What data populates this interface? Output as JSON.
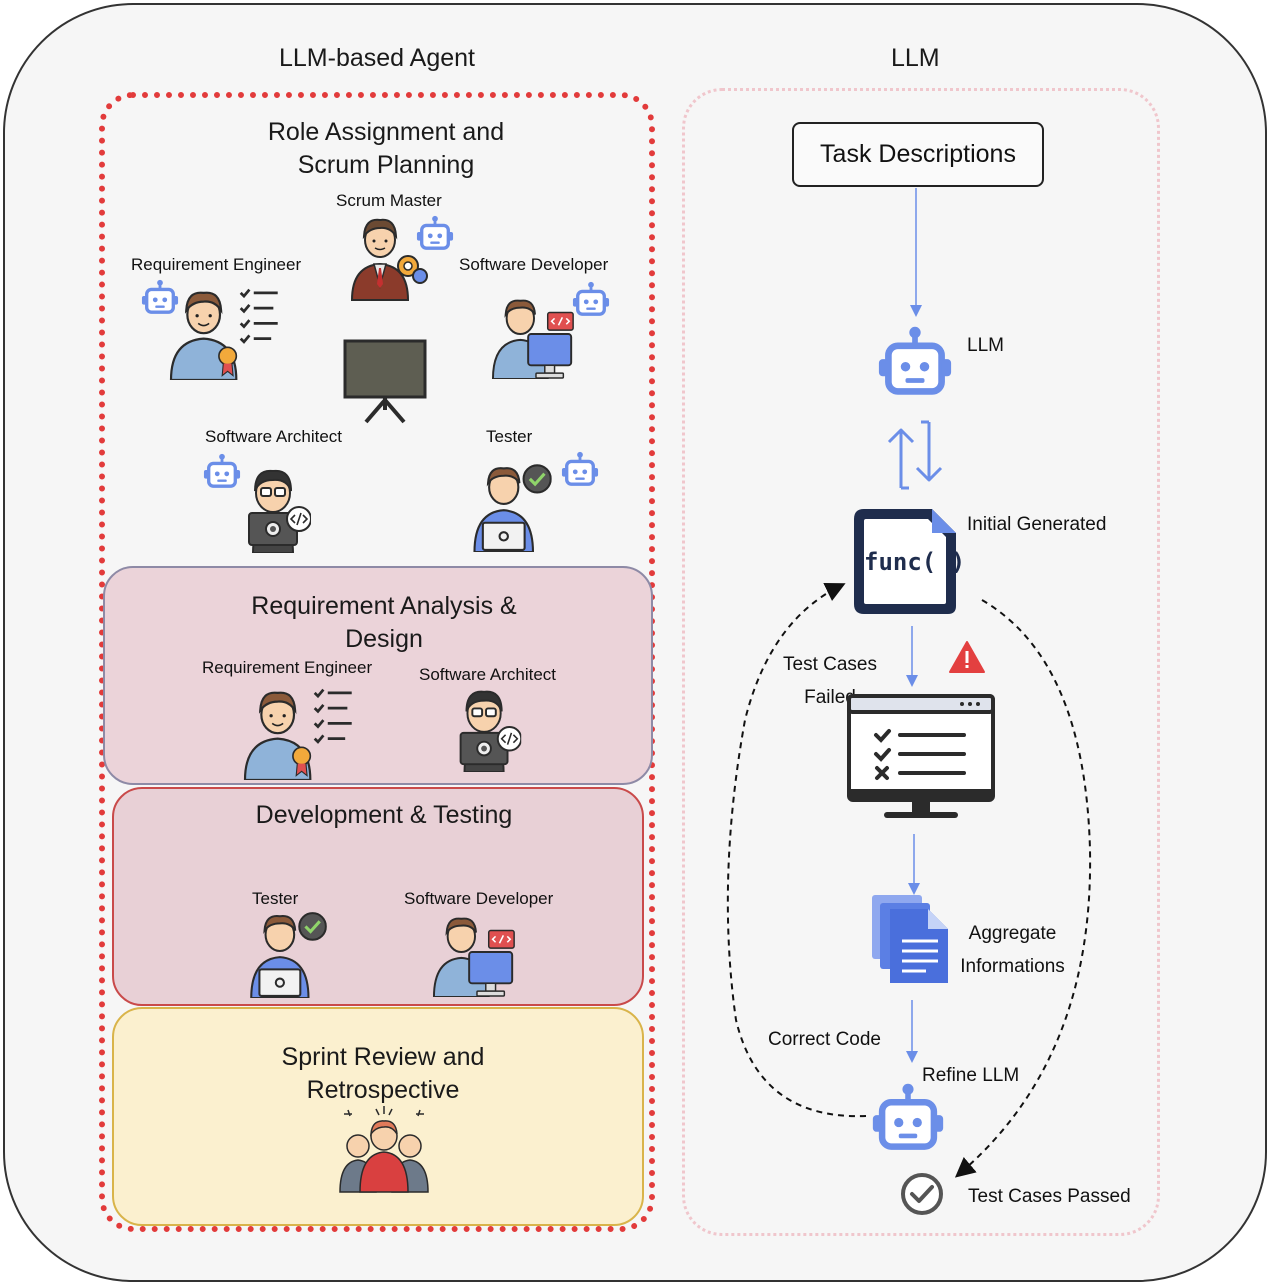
{
  "titles": {
    "left": "LLM-based Agent",
    "right": "LLM"
  },
  "stages": {
    "role_assignment": "Role Assignment and Scrum Planning",
    "requirement": "Requirement Analysis & Design",
    "development": "Development & Testing",
    "sprint": "Sprint Review and Retrospective"
  },
  "roles": {
    "scrum_master": "Scrum Master",
    "requirement_engineer": "Requirement Engineer",
    "software_developer": "Software Developer",
    "software_architect": "Software Architect",
    "tester": "Tester"
  },
  "flow": {
    "task": "Task Descriptions",
    "llm": "LLM",
    "initial": "Initial Generated",
    "func": "func( )",
    "failed": "Test Cases Failed",
    "aggregate": "Aggregate Informations",
    "correct": "Correct Code",
    "refine": "Refine LLM",
    "passed": "Test Cases Passed"
  },
  "colors": {
    "robot": "#6b8ee8",
    "dotted_border": "#e23b3b",
    "panel_pink": "#ebd3d9",
    "panel_rose": "#e8d0d6",
    "panel_yellow": "#fbf0cf",
    "warning": "#e34040"
  }
}
